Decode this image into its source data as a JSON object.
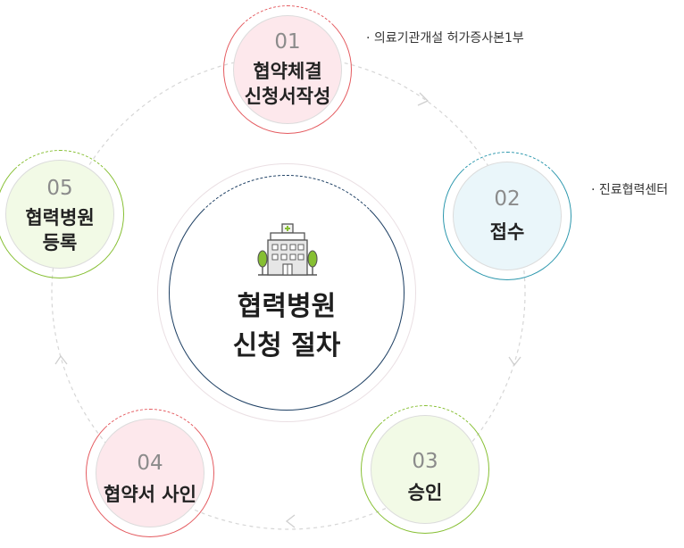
{
  "center": {
    "line1": "협력병원",
    "line2": "신청 절차"
  },
  "steps": [
    {
      "num": "01",
      "line1": "협약체결",
      "line2": "신청서작성",
      "color": "#e45a5f",
      "fill": "#fde8ec",
      "note": "· 의료기관개설 허가증사본1부"
    },
    {
      "num": "02",
      "line1": "접수",
      "color": "#2b97ad",
      "fill": "#eaf6fa",
      "note": "· 진료협력센터"
    },
    {
      "num": "03",
      "line1": "승인",
      "color": "#86bf32",
      "fill": "#f2fae6"
    },
    {
      "num": "04",
      "line1": "협약서 사인",
      "color": "#e45a5f",
      "fill": "#fde8ec"
    },
    {
      "num": "05",
      "line1": "협력병원",
      "line2": "등록",
      "color": "#86bf32",
      "fill": "#f2fae6"
    }
  ]
}
